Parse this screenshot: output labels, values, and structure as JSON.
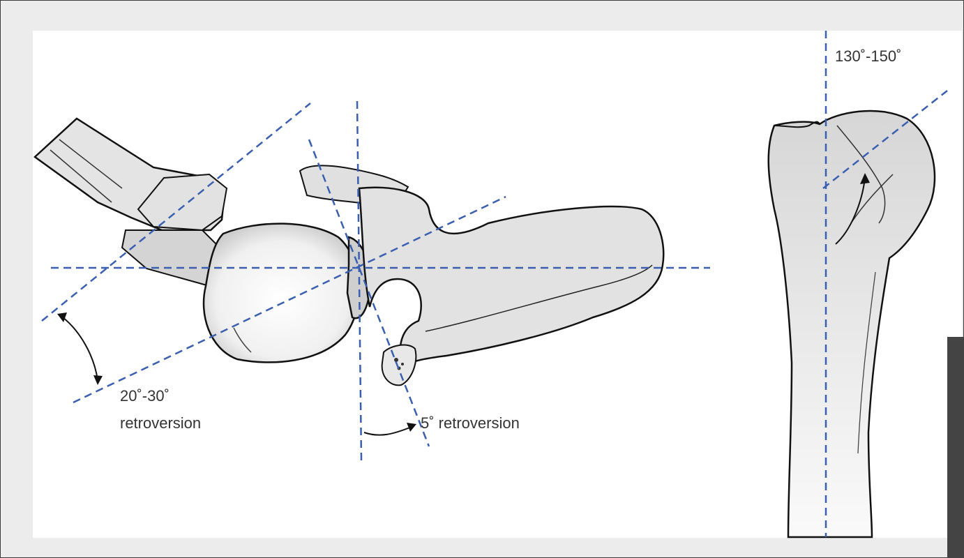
{
  "labels": {
    "humeral_angle": "130˚-150˚",
    "humeral_version_angle": "20˚-30˚",
    "humeral_version_word": "retroversion",
    "glenoid_version": "5˚ retroversion"
  },
  "colors": {
    "axis_line": "#3a5fb0",
    "bone_fill": "#d9d9d9",
    "bone_outline": "#111111",
    "background": "#ececec",
    "panel": "#ffffff"
  }
}
